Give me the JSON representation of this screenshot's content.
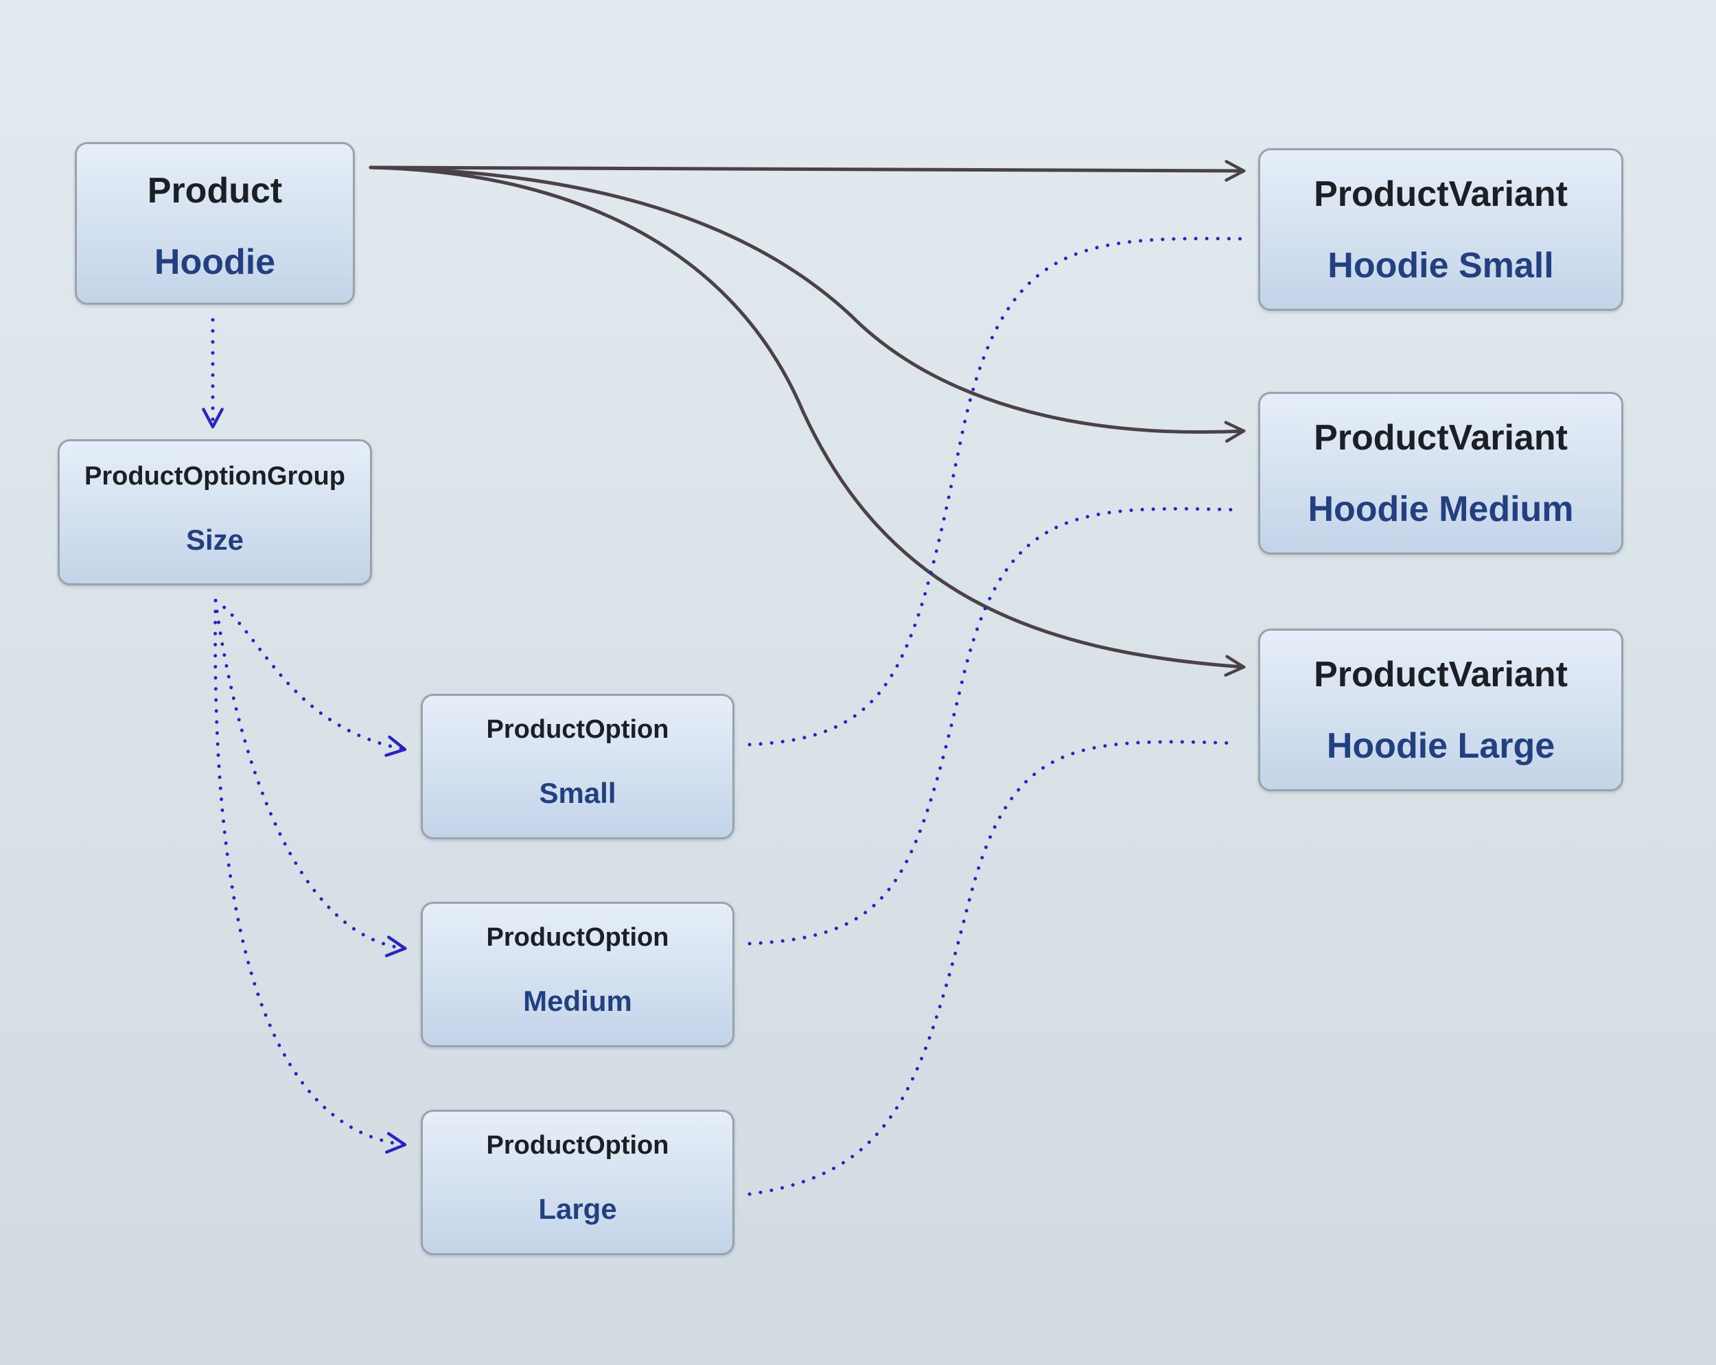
{
  "diagram": {
    "product": {
      "type": "Product",
      "name": "Hoodie"
    },
    "option_group": {
      "type": "ProductOptionGroup",
      "name": "Size"
    },
    "options": [
      {
        "type": "ProductOption",
        "name": "Small"
      },
      {
        "type": "ProductOption",
        "name": "Medium"
      },
      {
        "type": "ProductOption",
        "name": "Large"
      }
    ],
    "variants": [
      {
        "type": "ProductVariant",
        "name": "Hoodie Small"
      },
      {
        "type": "ProductVariant",
        "name": "Hoodie Medium"
      },
      {
        "type": "ProductVariant",
        "name": "Hoodie Large"
      }
    ]
  },
  "colors": {
    "solid_edge": "#4a4246",
    "dotted_edge": "#2a22c4",
    "type_text": "#1c1f24",
    "name_text": "#22407f"
  }
}
